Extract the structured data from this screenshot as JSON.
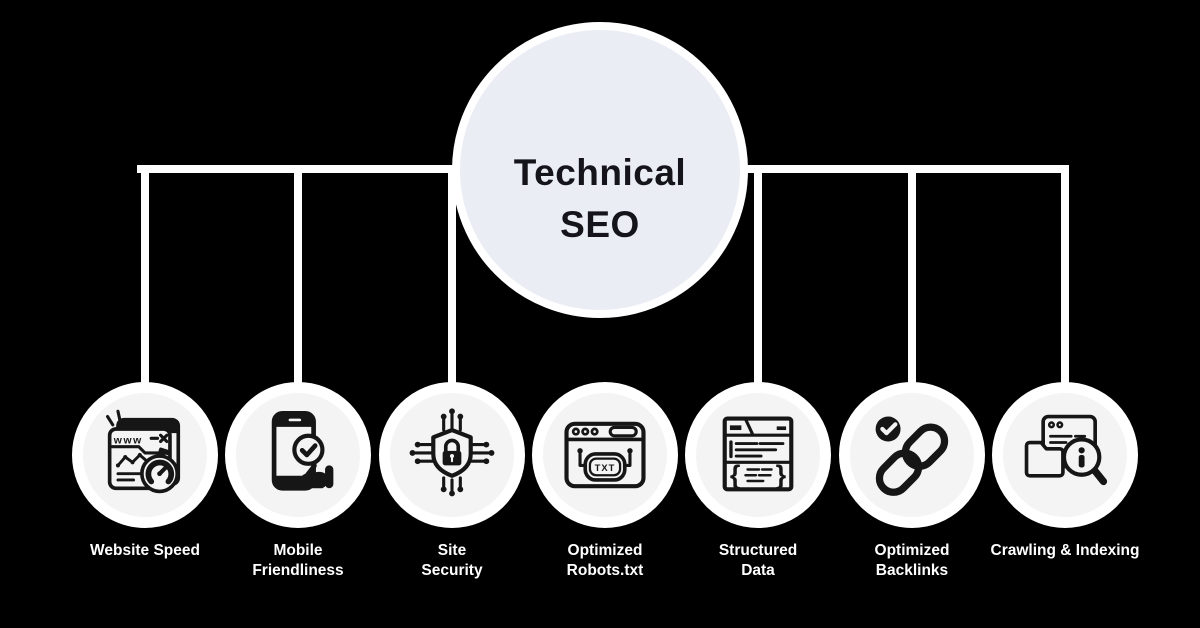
{
  "title": {
    "line1": "Technical",
    "line2": "SEO"
  },
  "colors": {
    "background": "#000000",
    "connector": "#ffffff",
    "hub_fill": "#ebedf5",
    "hub_halo": "#ffffff",
    "node_fill": "#f4f4f5",
    "node_halo": "#ffffff",
    "icon_stroke": "#161616",
    "title_text": "#14141a",
    "label_text": "#ffffff"
  },
  "nodes": [
    {
      "icon": "website-speed-icon",
      "icon_text": "www",
      "label_lines": [
        "Website Speed"
      ]
    },
    {
      "icon": "mobile-friendliness-icon",
      "label_lines": [
        "Mobile",
        "Friendliness"
      ]
    },
    {
      "icon": "site-security-icon",
      "label_lines": [
        "Site",
        "Security"
      ]
    },
    {
      "icon": "robots-txt-icon",
      "icon_text": "TXT",
      "label_lines": [
        "Optimized",
        "Robots.txt"
      ]
    },
    {
      "icon": "structured-data-icon",
      "brace_open": "{",
      "brace_close": "}",
      "label_lines": [
        "Structured",
        "Data"
      ]
    },
    {
      "icon": "optimized-backlinks-icon",
      "label_lines": [
        "Optimized",
        "Backlinks"
      ]
    },
    {
      "icon": "crawling-indexing-icon",
      "label_lines": [
        "Crawling & Indexing"
      ]
    }
  ]
}
